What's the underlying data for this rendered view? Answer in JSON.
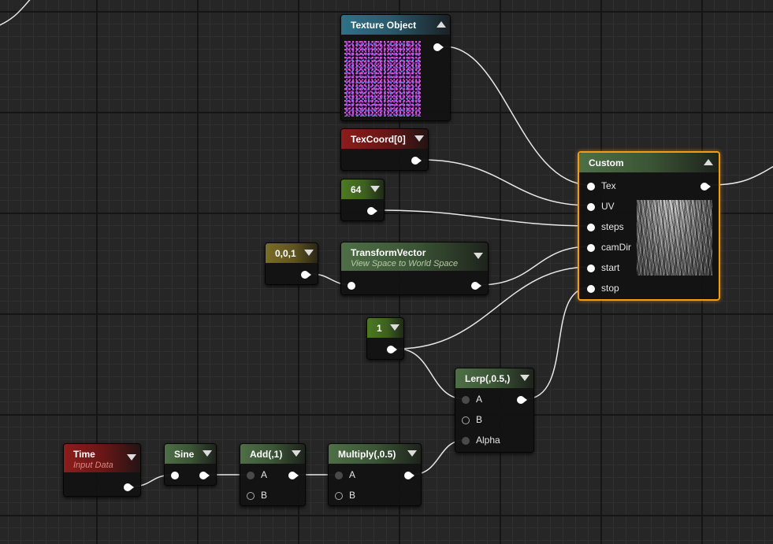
{
  "nodes": {
    "texture_object": {
      "title": "Texture Object"
    },
    "texcoord": {
      "title": "TexCoord[0]"
    },
    "const_64": {
      "title": "64"
    },
    "const_001": {
      "title": "0,0,1"
    },
    "transform_vector": {
      "title": "TransformVector",
      "subtitle": "View Space to World Space"
    },
    "custom": {
      "title": "Custom",
      "inputs": [
        "Tex",
        "UV",
        "steps",
        "camDir",
        "start",
        "stop"
      ]
    },
    "const_1": {
      "title": "1"
    },
    "lerp": {
      "title": "Lerp(,0.5,)",
      "inputs": [
        "A",
        "B",
        "Alpha"
      ]
    },
    "time": {
      "title": "Time",
      "subtitle": "Input Data"
    },
    "sine": {
      "title": "Sine"
    },
    "add": {
      "title": "Add(,1)",
      "inputs": [
        "A",
        "B"
      ]
    },
    "multiply": {
      "title": "Multiply(,0.5)",
      "inputs": [
        "A",
        "B"
      ]
    }
  },
  "icons": {
    "collapse": "triangle-down",
    "expand": "triangle-up",
    "pin": "circle"
  },
  "colors": {
    "background": "#262626",
    "selection": "#f29d12",
    "texture_header": "#2f7188",
    "parameter_header": "#8c1d1b",
    "math_header": "#4e6f46",
    "constant_header": "#4c7a22",
    "vector_header": "#7a6d26",
    "wire": "#e8e8e8"
  }
}
